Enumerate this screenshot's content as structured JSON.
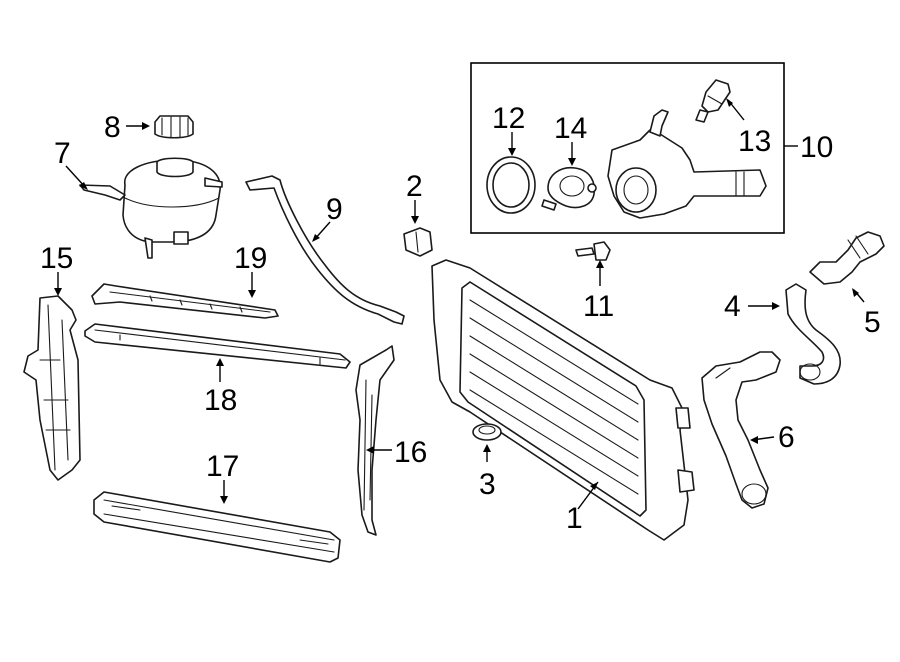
{
  "callouts": {
    "c1": "1",
    "c2": "2",
    "c3": "3",
    "c4": "4",
    "c5": "5",
    "c6": "6",
    "c7": "7",
    "c8": "8",
    "c9": "9",
    "c10": "10",
    "c11": "11",
    "c12": "12",
    "c13": "13",
    "c14": "14",
    "c15": "15",
    "c16": "16",
    "c17": "17",
    "c18": "18",
    "c19": "19"
  },
  "colors": {
    "ink": "#1a1a1a",
    "background": "#ffffff"
  }
}
